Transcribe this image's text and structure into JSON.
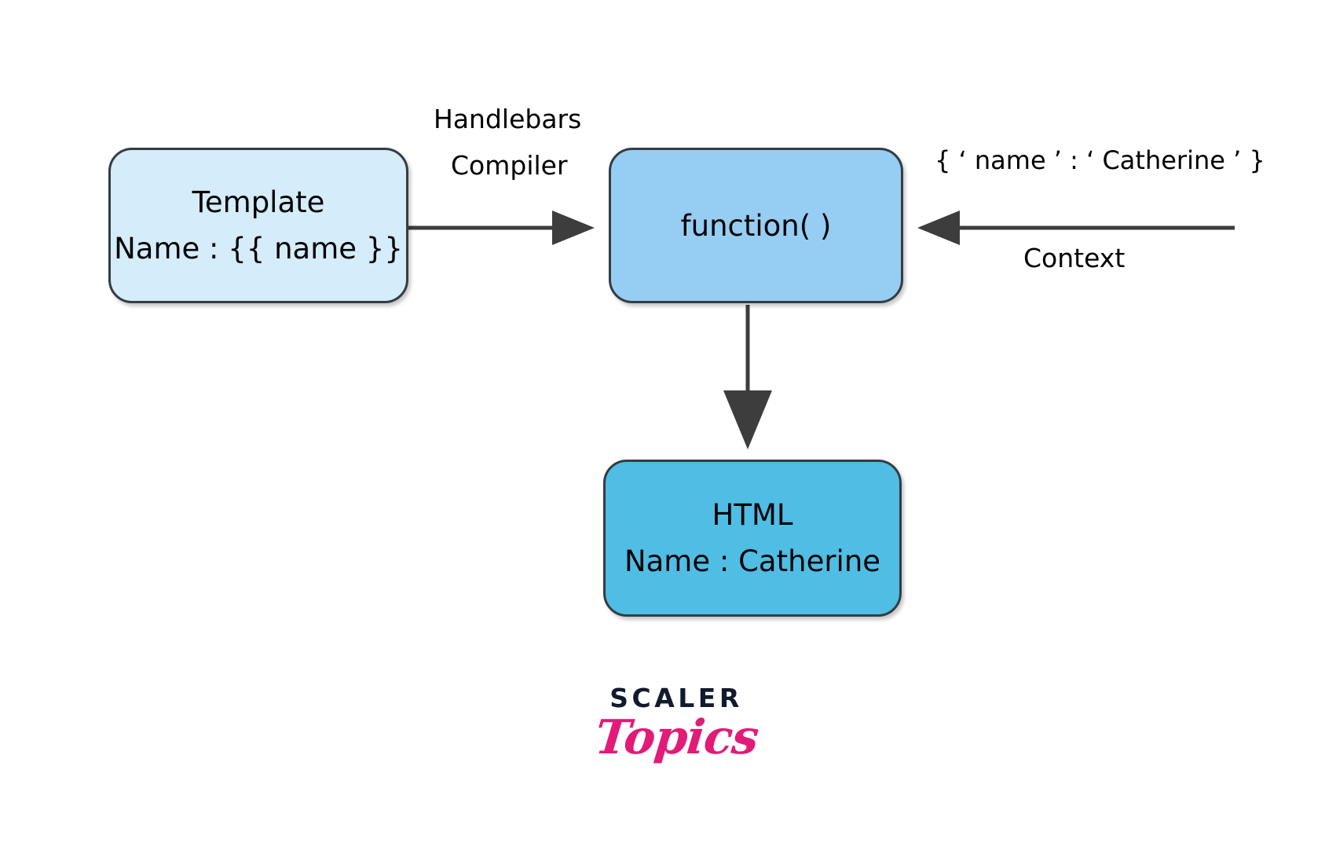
{
  "diagram": {
    "title": "Handlebars template compilation flow",
    "background_color": "#ffffff",
    "stroke_color": "#343d42",
    "arrow_color": "#3d3d3d"
  },
  "nodes": {
    "template": {
      "line1": "Template",
      "line2": "Name : {{ name }}",
      "fill_color": "#d5ecfa"
    },
    "function": {
      "line1": "function(  )",
      "fill_color": "#96cdf2"
    },
    "html": {
      "line1": "HTML",
      "line2": "Name : Catherine",
      "fill_color": "#4fbde4"
    }
  },
  "labels": {
    "handlebars": "Handlebars",
    "compiler": "Compiler",
    "context_object": "{ ‘ name ’ : ‘ Catherine ’ }",
    "context": "Context"
  },
  "logo": {
    "primary": "SCALER",
    "secondary": "Topics",
    "primary_color": "#121a2e",
    "secondary_color": "#e21a78"
  }
}
